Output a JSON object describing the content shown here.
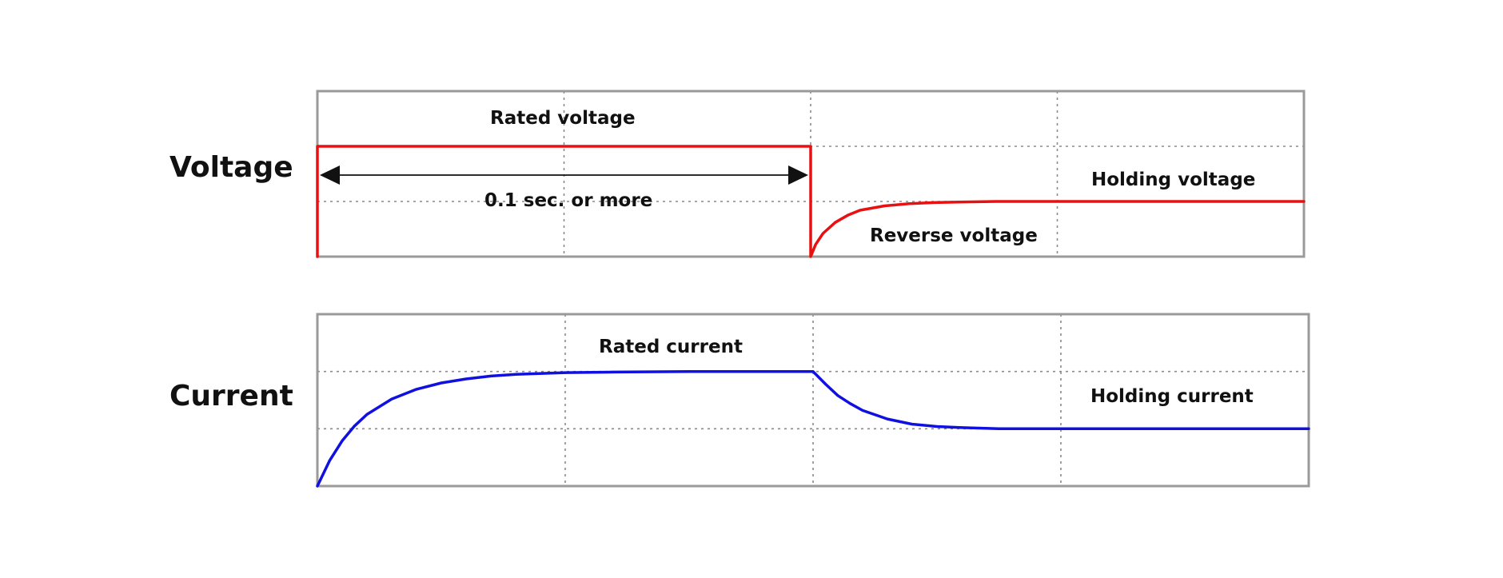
{
  "colors": {
    "voltage": "#e81010",
    "current": "#1010e0"
  },
  "chart_data": [
    {
      "type": "line",
      "row_label": "Voltage",
      "grid": true,
      "x_divisions": 4,
      "y_divisions": 3,
      "annotations": {
        "rated": "Rated voltage",
        "duration": "0.1 sec. or more",
        "holding": "Holding voltage",
        "reverse": "Reverse voltage"
      },
      "series": [
        {
          "color_key": "voltage",
          "x": [
            0,
            0,
            2,
            2,
            2.02,
            2.05,
            2.1,
            2.15,
            2.2,
            2.3,
            2.4,
            2.5,
            2.6,
            2.75,
            2.9,
            3.0,
            3.5,
            4.0
          ],
          "y": [
            0,
            2,
            2,
            0,
            0.22,
            0.42,
            0.62,
            0.75,
            0.84,
            0.92,
            0.96,
            0.98,
            0.99,
            1.0,
            1.0,
            1.0,
            1.0,
            1.0
          ]
        }
      ],
      "xlim": [
        0,
        4
      ],
      "ylim": [
        0,
        3
      ]
    },
    {
      "type": "line",
      "row_label": "Current",
      "grid": true,
      "x_divisions": 4,
      "y_divisions": 3,
      "annotations": {
        "rated": "Rated current",
        "holding": "Holding current"
      },
      "series": [
        {
          "color_key": "current",
          "x": [
            0,
            0.05,
            0.1,
            0.15,
            0.2,
            0.3,
            0.4,
            0.5,
            0.6,
            0.7,
            0.8,
            1.0,
            1.2,
            1.5,
            2.0,
            2.05,
            2.1,
            2.15,
            2.2,
            2.3,
            2.4,
            2.5,
            2.6,
            2.75,
            3.0,
            3.5,
            4.0
          ],
          "y": [
            0,
            0.45,
            0.79,
            1.05,
            1.25,
            1.52,
            1.69,
            1.8,
            1.87,
            1.92,
            1.95,
            1.98,
            1.99,
            2.0,
            2.0,
            1.78,
            1.58,
            1.44,
            1.32,
            1.17,
            1.08,
            1.04,
            1.02,
            1.0,
            1.0,
            1.0,
            1.0
          ]
        }
      ],
      "xlim": [
        0,
        4
      ],
      "ylim": [
        0,
        3
      ]
    }
  ]
}
